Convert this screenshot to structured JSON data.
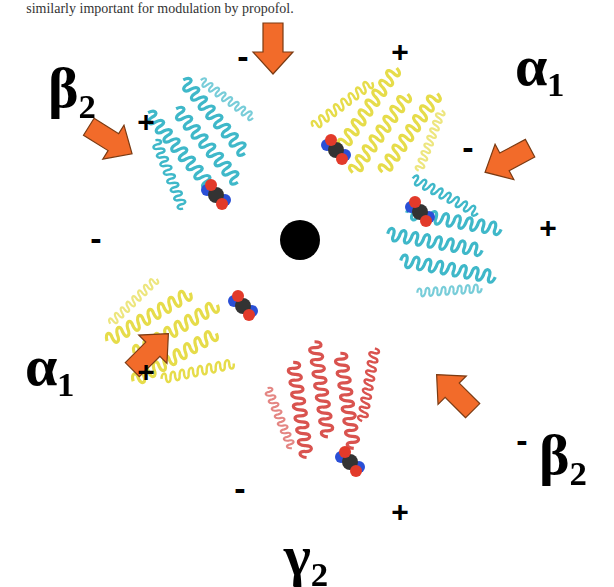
{
  "diagram": {
    "labels": [
      "similarly important for modulation by propofol.",
      "β₂",
      "-",
      "+",
      "α₁",
      "+",
      "-",
      "-",
      "+",
      "α₁",
      "+",
      "-",
      "β₂",
      "-",
      "+",
      "γ₂"
    ]
  }
}
